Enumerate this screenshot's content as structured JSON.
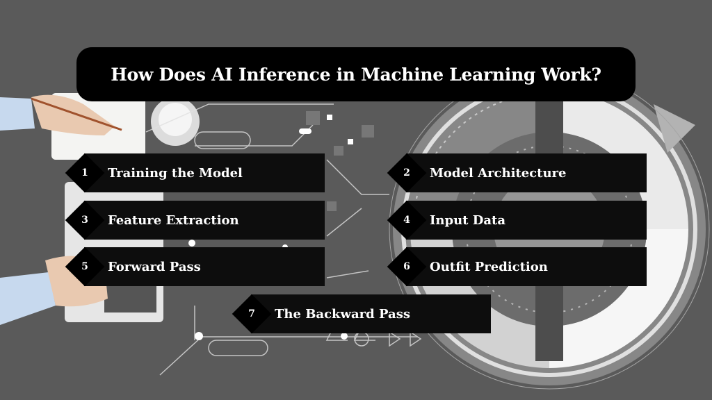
{
  "header": {
    "title": "How Does AI Inference in Machine Learning Work?"
  },
  "steps": [
    {
      "number": "1",
      "label": "Training the Model"
    },
    {
      "number": "2",
      "label": "Model Architecture"
    },
    {
      "number": "3",
      "label": "Feature Extraction"
    },
    {
      "number": "4",
      "label": "Input Data"
    },
    {
      "number": "5",
      "label": "Forward Pass"
    },
    {
      "number": "6",
      "label": "Outfit Prediction"
    },
    {
      "number": "7",
      "label": "The Backward Pass"
    }
  ],
  "colors": {
    "background": "#5a5a5a",
    "panel": "#0d0d0d",
    "text": "#ffffff"
  }
}
